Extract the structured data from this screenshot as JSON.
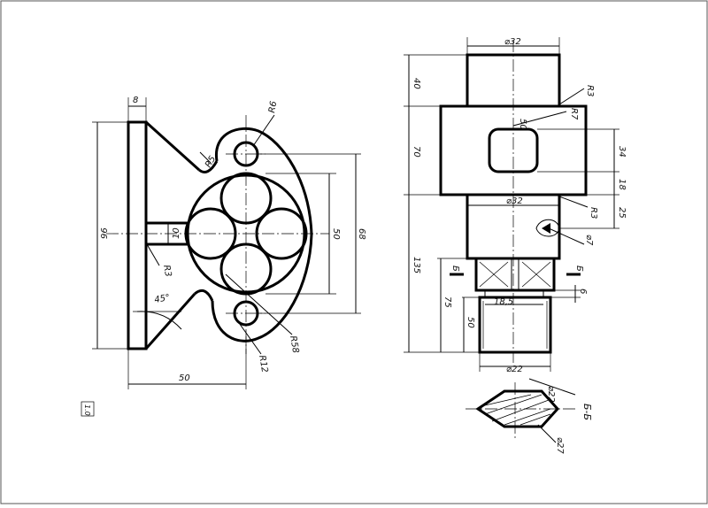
{
  "drawing": {
    "left_part": {
      "dims": {
        "d8": "8",
        "r6": "R6",
        "r5": "R5",
        "d96": "96",
        "d10": "10",
        "d50v": "50",
        "d68": "68",
        "r3": "R3",
        "a45": "45°",
        "r58": "R58",
        "r12": "R12",
        "d50h": "50"
      }
    },
    "right_part": {
      "dims": {
        "d32": "⌀32",
        "d40": "40",
        "r3a": "R3",
        "d50": "50",
        "r7": "R7",
        "d70": "70",
        "d34": "34",
        "d18": "18",
        "d32b": "⌀32",
        "r3b": "R3",
        "d25": "25",
        "d7": "⌀7",
        "d135": "135",
        "d75": "75",
        "d185": "18,5",
        "d6": "6",
        "d22": "⌀22",
        "b1": "Б",
        "b2": "Б"
      }
    },
    "section": {
      "label": "Б-Б",
      "d22": "⌀22",
      "d27": "⌀27"
    },
    "sheet_note": "1.0"
  }
}
